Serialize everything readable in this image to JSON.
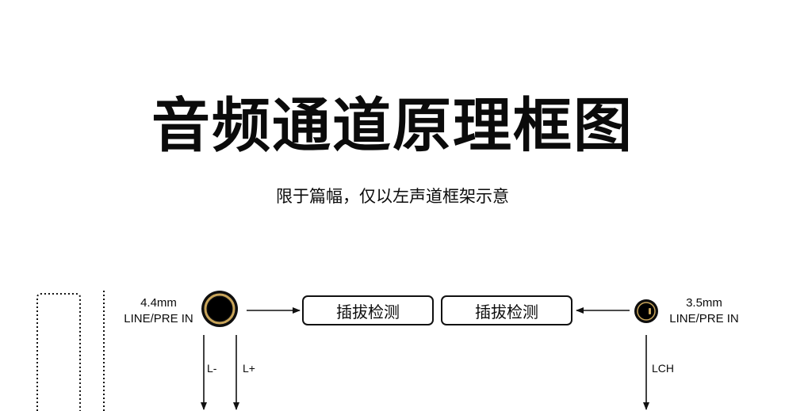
{
  "header": {
    "title": "音频通道原理框图",
    "subtitle": "限于篇幅，仅以左声道框架示意"
  },
  "left_port": {
    "size": "4.4mm",
    "type": "LINE/PRE IN"
  },
  "right_port": {
    "size": "3.5mm",
    "type": "LINE/PRE IN"
  },
  "blocks": [
    {
      "label": "插拔检测"
    },
    {
      "label": "插拔检测"
    }
  ],
  "signals": {
    "l_minus": "L-",
    "l_plus": "L+",
    "lch": "LCH"
  },
  "colors": {
    "jack_ring": "#c9a55a",
    "line": "#111111"
  }
}
